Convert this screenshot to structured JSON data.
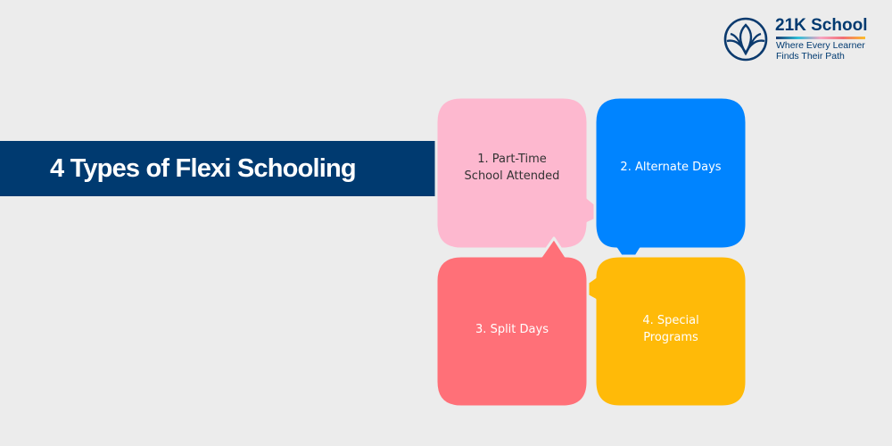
{
  "header": {
    "title": "4 Types of Flexi Schooling"
  },
  "logo": {
    "icon": "lotus-circle-icon",
    "name": "21K School",
    "tagline_line1": "Where Every Learner",
    "tagline_line2": "Finds Their Path"
  },
  "types": [
    {
      "line1": "1. Part-Time",
      "line2": "School Attended",
      "color": "#fdb8cf",
      "text_color": "#333333"
    },
    {
      "line1": "2. Alternate Days",
      "line2": "",
      "color": "#0084ff",
      "text_color": "#ffffff"
    },
    {
      "line1": "3. Split Days",
      "line2": "",
      "color": "#ff7078",
      "text_color": "#ffffff"
    },
    {
      "line1": "4. Special",
      "line2": "Programs",
      "color": "#ffba08",
      "text_color": "#ffffff"
    }
  ],
  "colors": {
    "background": "#ececec",
    "banner": "#003a70",
    "brand": "#003a70"
  }
}
